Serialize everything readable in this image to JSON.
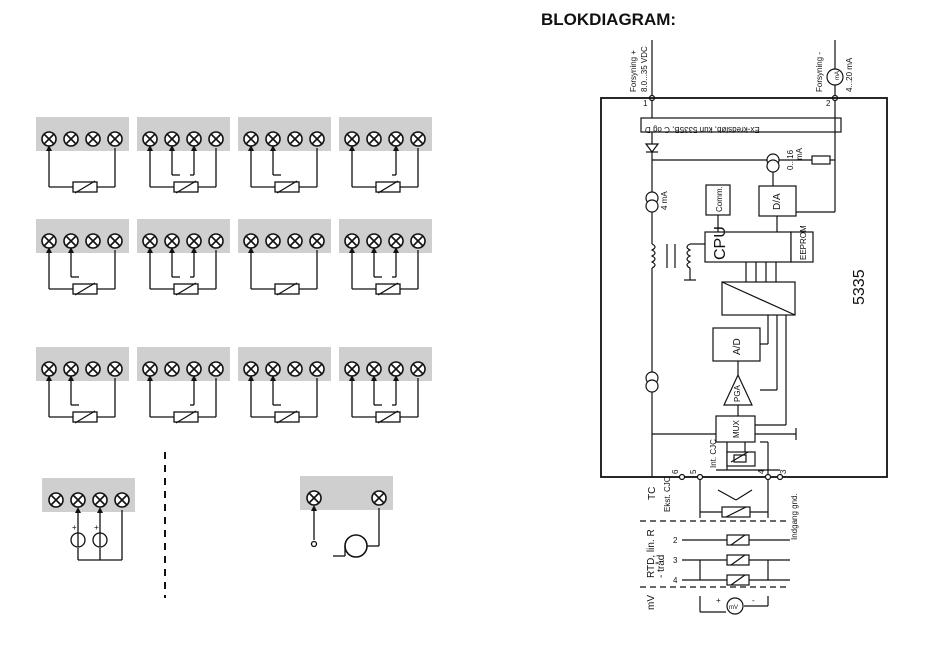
{
  "diagram": {
    "title": "BLOKDIAGRAM:",
    "model": "5335",
    "supply_label": "Forsyning +",
    "supply_voltage": "8.0...35 VDC",
    "output_label": "Forsyning -",
    "output_current": "4...20 mA",
    "ma_meter": "mA",
    "ex_circuit": "Ex-kredsløb, kun 5335B, C og D",
    "current_source_range": "0...16",
    "current_source_unit": "mA",
    "bias_current": "4 mA",
    "comm_block": "Comm.",
    "da_block": "D/A",
    "cpu_block": "CPU",
    "eeprom_block": "EEPROM",
    "ad_block": "A/D",
    "pga_block": "PGA",
    "mux_block": "MUX",
    "int_cjc": "Int. CJC",
    "ext_cjc": "Ekst. CJC",
    "input_gnd": "Indgang gnd.",
    "tc_label": "TC",
    "rtd_label": "RTD, lin. R",
    "wire_label": "- tråd",
    "mv_label": "mV",
    "terminals": {
      "t1": "1",
      "t2": "2",
      "t3": "3",
      "t4": "4",
      "t5": "5",
      "t6": "6"
    },
    "wire_counts": {
      "w2": "2",
      "w3": "3",
      "w4": "4"
    },
    "plus_sign": "+",
    "minus_sign": "-",
    "mv_meter": "mV"
  }
}
